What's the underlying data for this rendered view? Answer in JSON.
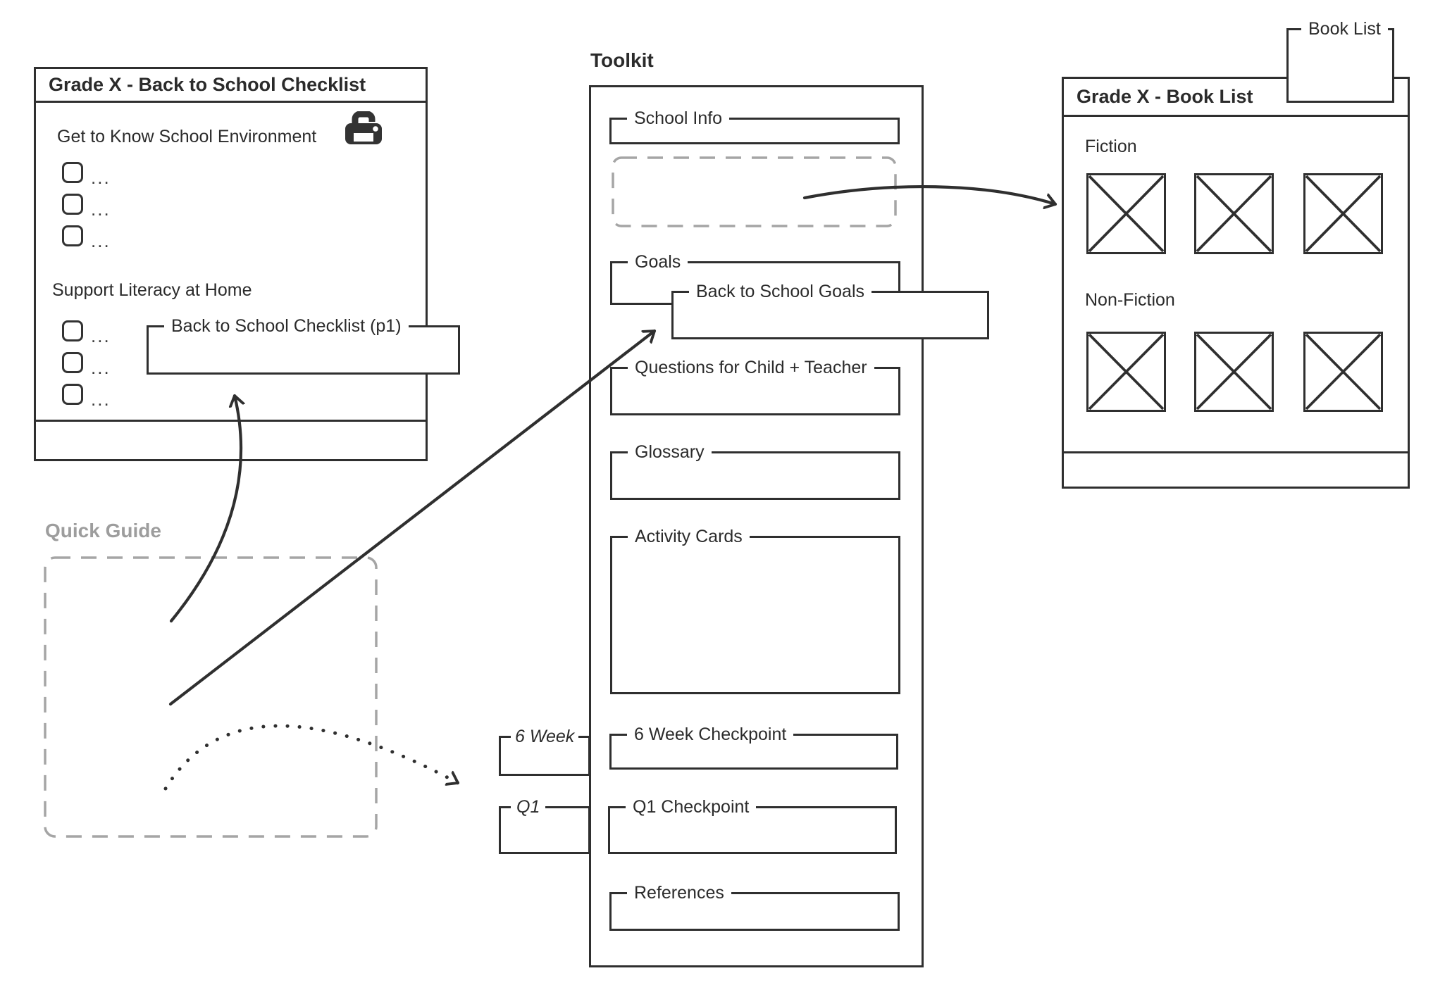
{
  "colors": {
    "ink": "#2f2f2f",
    "muted_gray": "#9d9d9d",
    "dashed_gray": "#a5a5a5"
  },
  "checklist_panel": {
    "title": "Grade X - Back to School Checklist",
    "sections": [
      {
        "heading": "Get to Know School Environment",
        "items": [
          "...",
          "...",
          "..."
        ]
      },
      {
        "heading": "Support Literacy at Home",
        "items": [
          "...",
          "...",
          "..."
        ]
      }
    ],
    "page_box_label": "Back to School Checklist (p1)",
    "printer_icon": "printer-icon"
  },
  "quick_guide": {
    "label": "Quick Guide"
  },
  "toolkit": {
    "title": "Toolkit",
    "tabs": [
      {
        "label": "6 Week"
      },
      {
        "label": "Q1"
      }
    ],
    "sections": {
      "school_info": "School Info",
      "goals": "Goals",
      "back_to_school_goals": "Back to School Goals",
      "questions": "Questions for Child + Teacher",
      "glossary": "Glossary",
      "activity_cards": "Activity Cards",
      "six_week_checkpoint": "6 Week Checkpoint",
      "q1_checkpoint": "Q1 Checkpoint",
      "references": "References"
    }
  },
  "book_list": {
    "tab_label": "Book List",
    "title": "Grade X - Book List",
    "sections": [
      {
        "heading": "Fiction"
      },
      {
        "heading": "Non-Fiction"
      }
    ]
  }
}
